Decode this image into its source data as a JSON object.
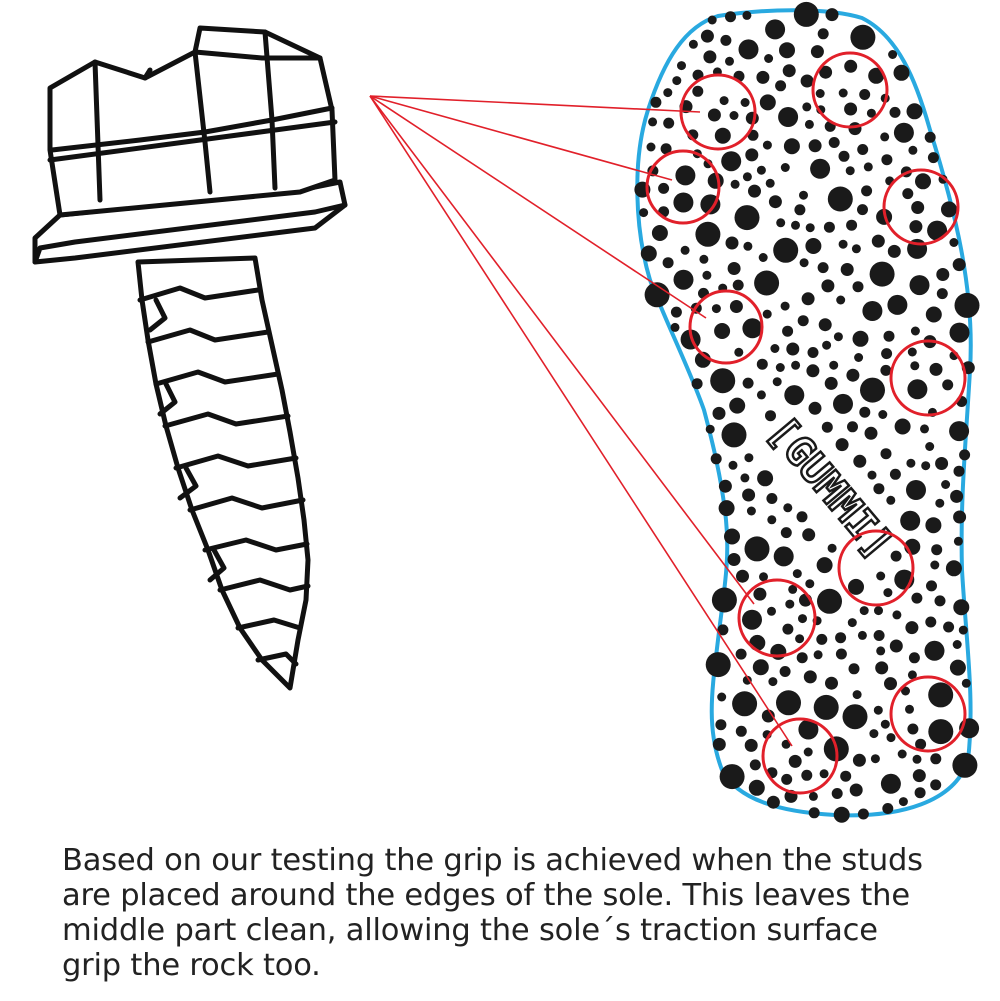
{
  "caption": {
    "line1": "Based on our testing the grip is achieved when the studs",
    "line2": "are placed around the edges of the sole. This leaves the",
    "line3": "middle part clean, allowing the sole´s traction surface",
    "line4": "grip the rock too."
  },
  "sole": {
    "logo_text": "[GUMMI]"
  },
  "colors": {
    "outline": "#29a9e0",
    "callout": "#e1202a",
    "dots": "#1a1a1a",
    "screw": "#111111"
  }
}
